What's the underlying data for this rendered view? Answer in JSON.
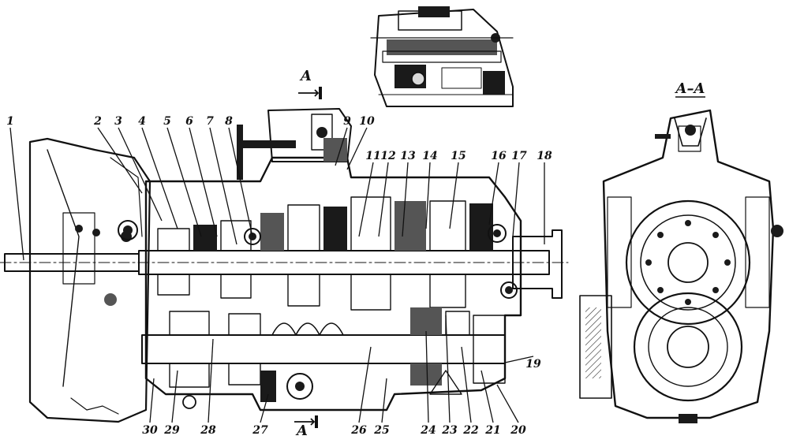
{
  "section_title": "A–A",
  "cut_marks": {
    "top": "A",
    "bottom": "A"
  },
  "callouts": [
    {
      "n": "1"
    },
    {
      "n": "2"
    },
    {
      "n": "3"
    },
    {
      "n": "4"
    },
    {
      "n": "5"
    },
    {
      "n": "6"
    },
    {
      "n": "7"
    },
    {
      "n": "8"
    },
    {
      "n": "9"
    },
    {
      "n": "10"
    },
    {
      "n": "11"
    },
    {
      "n": "12"
    },
    {
      "n": "13"
    },
    {
      "n": "14"
    },
    {
      "n": "15"
    },
    {
      "n": "16"
    },
    {
      "n": "17"
    },
    {
      "n": "18"
    },
    {
      "n": "19"
    },
    {
      "n": "20"
    },
    {
      "n": "21"
    },
    {
      "n": "22"
    },
    {
      "n": "23"
    },
    {
      "n": "24"
    },
    {
      "n": "25"
    },
    {
      "n": "26"
    },
    {
      "n": "27"
    },
    {
      "n": "28"
    },
    {
      "n": "29"
    },
    {
      "n": "30"
    }
  ]
}
